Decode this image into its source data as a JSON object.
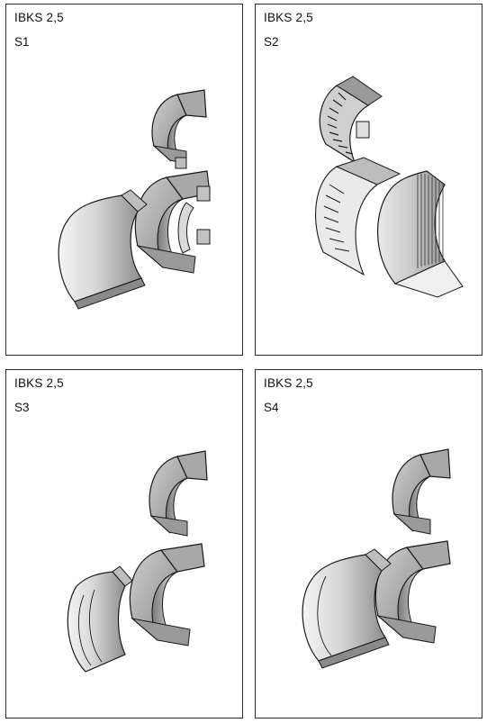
{
  "panels": [
    {
      "title": "IBKS 2,5",
      "code": "S1"
    },
    {
      "title": "IBKS 2,5",
      "code": "S2"
    },
    {
      "title": "IBKS 2,5",
      "code": "S3"
    },
    {
      "title": "IBKS 2,5",
      "code": "S4"
    }
  ],
  "colors": {
    "border": "#2a2a2a",
    "text": "#111111",
    "part_dark": "#8a8a8a",
    "part_mid": "#bdbdbd",
    "part_light": "#ececec",
    "outline": "#1a1a1a"
  },
  "icons": {
    "bearing_half": "bearing-half-shell-icon",
    "flanged_housing": "flanged-housing-icon",
    "gear_segment": "gear-segment-icon"
  }
}
